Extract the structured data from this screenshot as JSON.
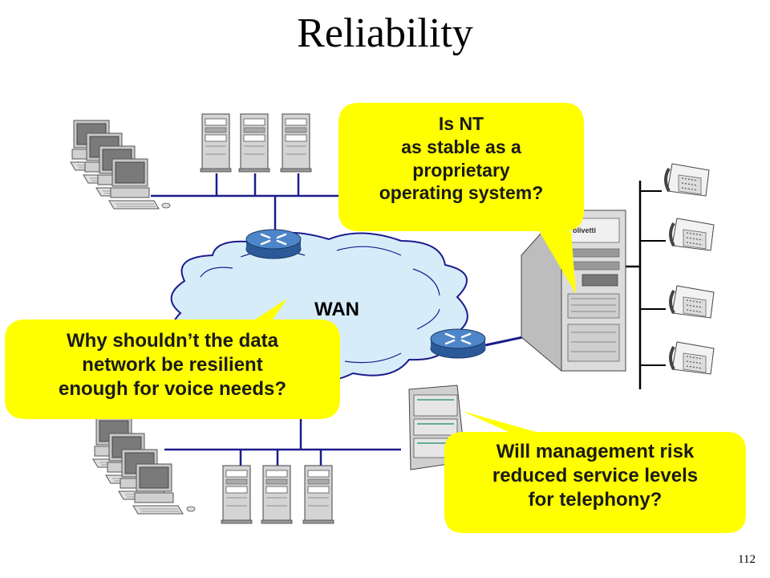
{
  "slide": {
    "title": "Reliability",
    "page_number": "112"
  },
  "network": {
    "wan_label": "WAN",
    "pbx_brand": "olivetti"
  },
  "callouts": {
    "nt_stability": [
      "Is NT",
      "as stable as a",
      "proprietary",
      "operating system?"
    ],
    "data_resilience": [
      "Why shouldn’t the data",
      "network be resilient",
      "enough for voice needs?"
    ],
    "management_risk": [
      "Will management risk",
      "reduced service levels",
      "for telephony?"
    ]
  },
  "colors": {
    "callout_fill": "#ffff00",
    "network_line": "#1c1c8c",
    "router_blue": "#3b6fb3",
    "cloud_fill": "#d7ecf9"
  }
}
